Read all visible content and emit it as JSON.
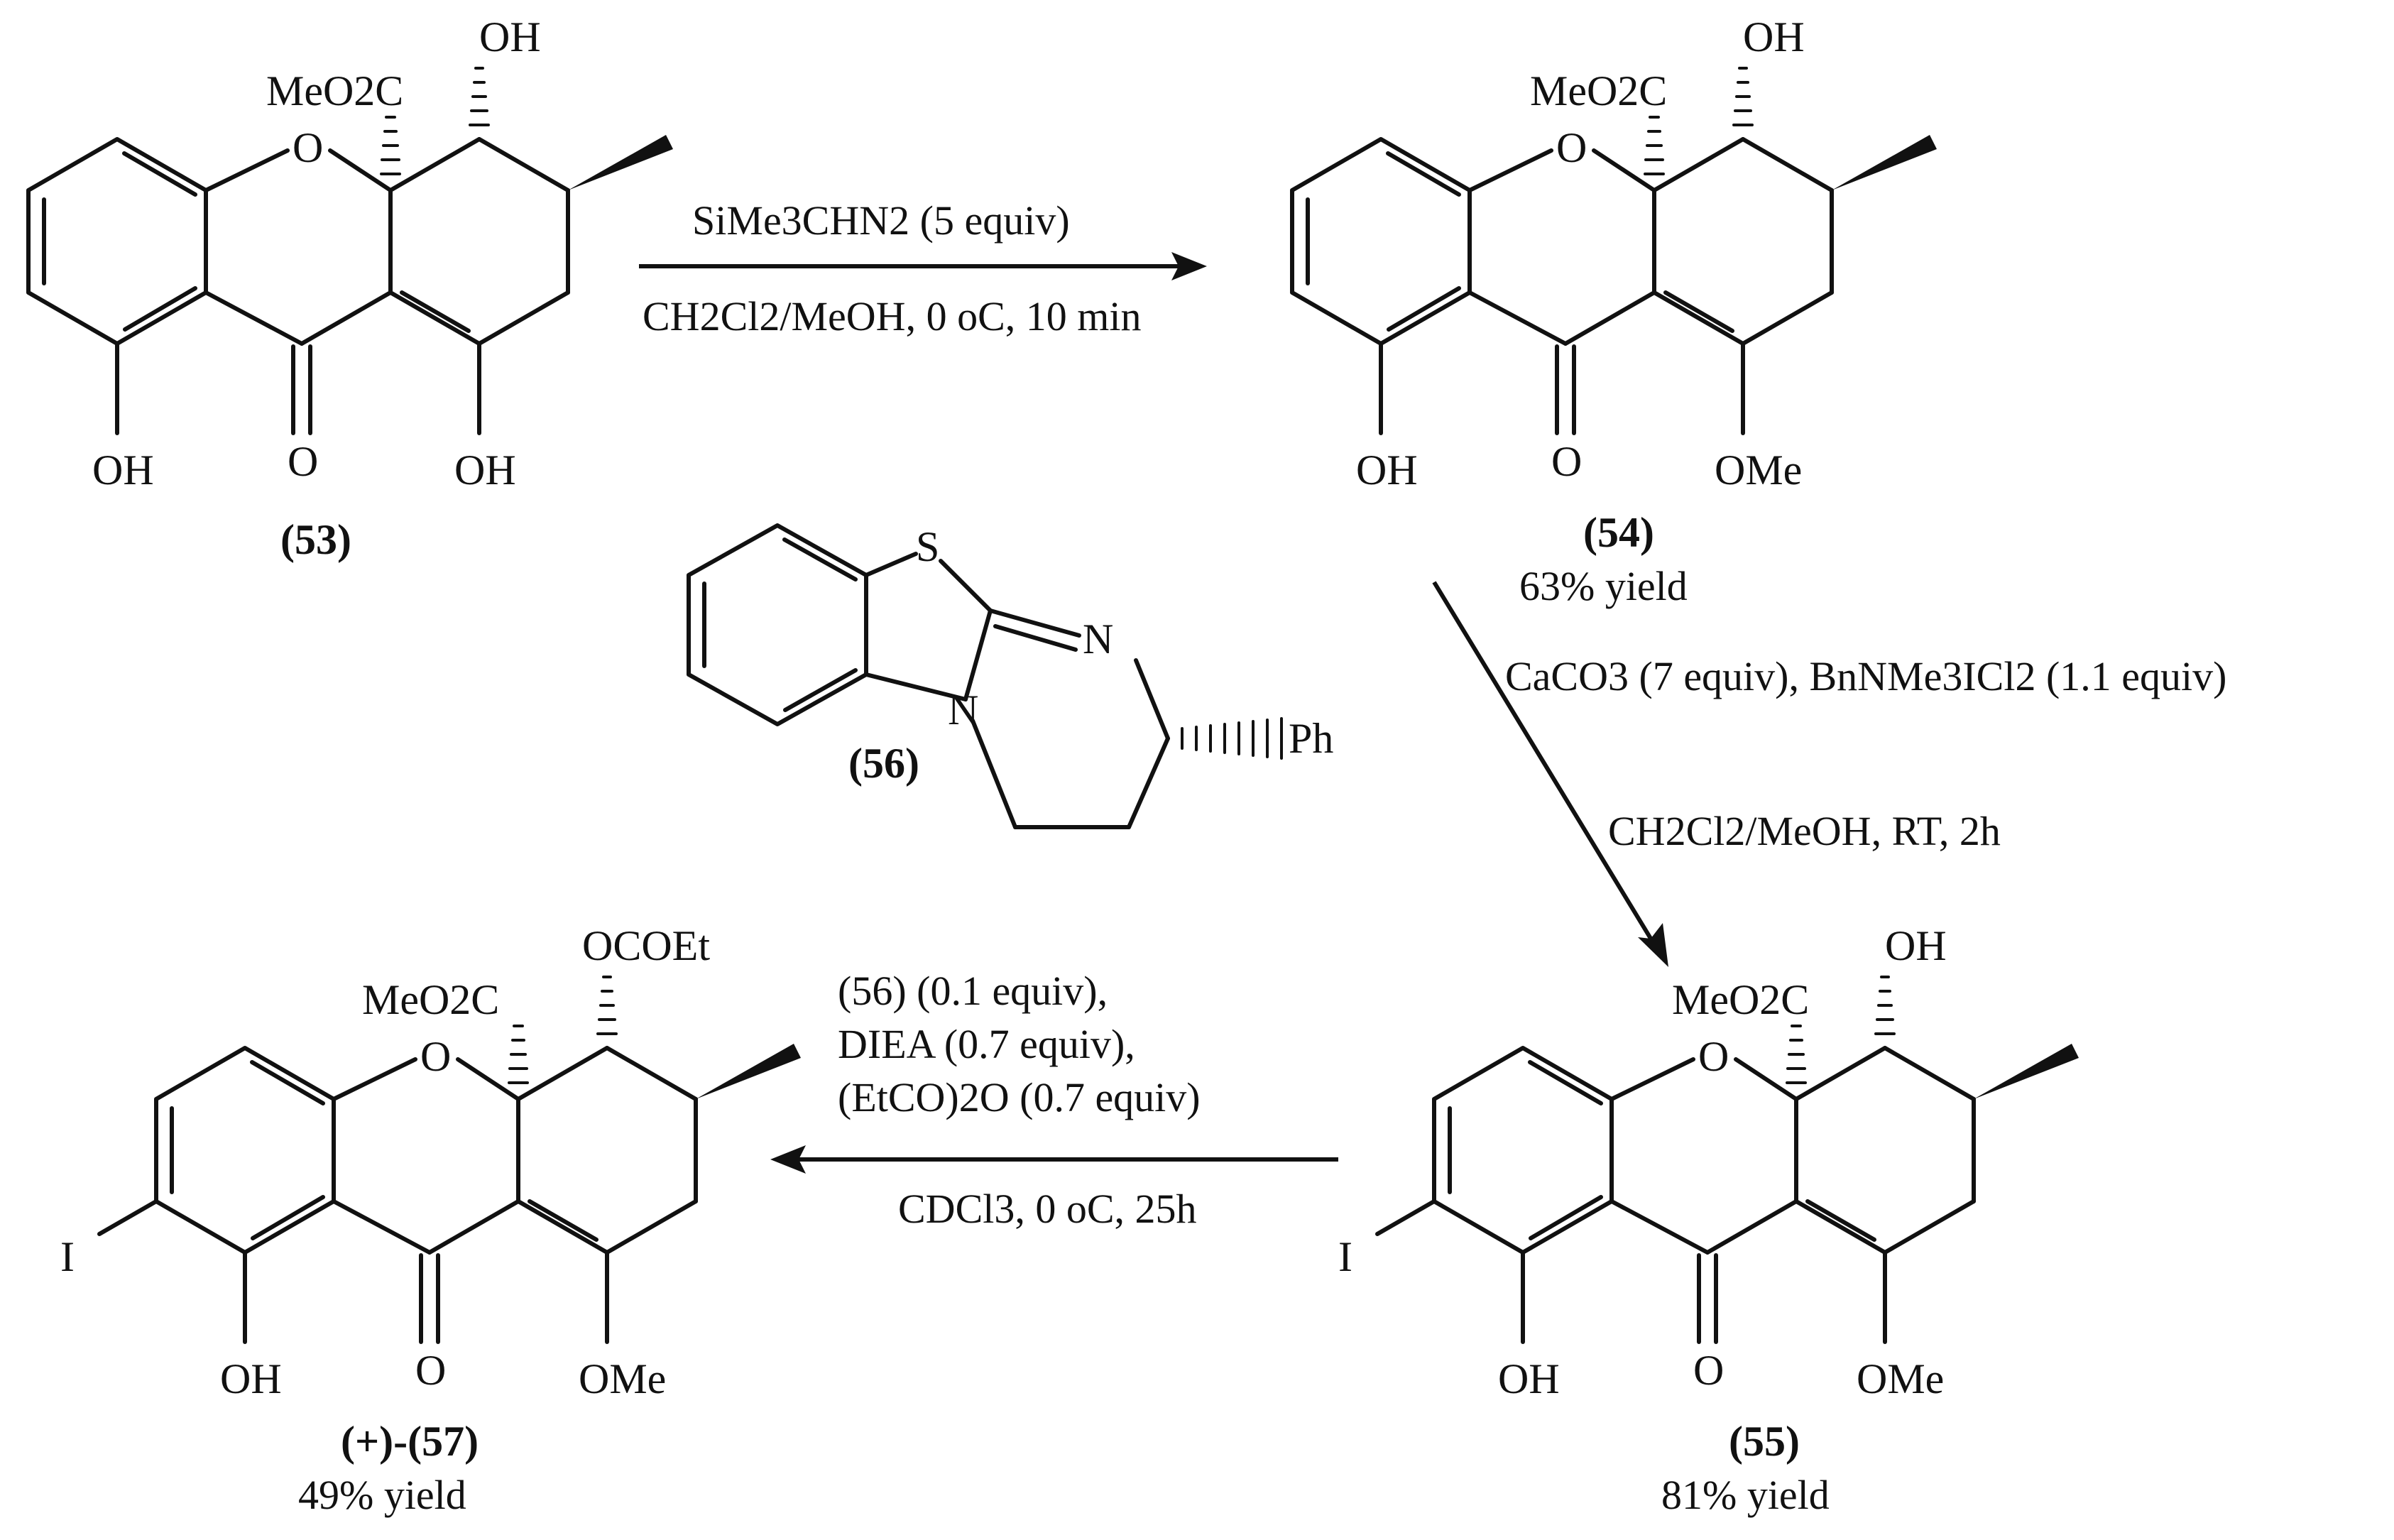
{
  "compounds": {
    "c53": {
      "label": "(53)",
      "atoms": {
        "ester": "MeO2C",
        "oh_top": "OH",
        "ring_o": "O",
        "carbonyl": "O",
        "oh_left": "OH",
        "oh_right": "OH"
      }
    },
    "c54": {
      "label": "(54)",
      "yield": "63% yield",
      "atoms": {
        "ester": "MeO2C",
        "oh_top": "OH",
        "ring_o": "O",
        "carbonyl": "O",
        "oh_left": "OH",
        "ome": "OMe"
      }
    },
    "c55": {
      "label": "(55)",
      "yield": "81% yield",
      "atoms": {
        "ester": "MeO2C",
        "oh_top": "OH",
        "ring_o": "O",
        "carbonyl": "O",
        "oh_left": "OH",
        "ome": "OMe",
        "iodo": "I"
      }
    },
    "c57": {
      "label_prefix": "(+)-",
      "label": "(57)",
      "yield": "49% yield",
      "atoms": {
        "ester": "MeO2C",
        "ester_top": "OCOEt",
        "ring_o": "O",
        "carbonyl": "O",
        "oh_left": "OH",
        "ome": "OMe",
        "iodo": "I"
      }
    },
    "c56": {
      "label": "(56)",
      "atoms": {
        "s": "S",
        "n_ring": "N",
        "n_bridge": "N",
        "ph": "Ph"
      }
    }
  },
  "reactions": {
    "r1": {
      "line1": "SiMe3CHN2 (5 equiv)",
      "line2": "CH2Cl2/MeOH, 0 oC, 10 min"
    },
    "r2": {
      "line1": "CaCO3 (7 equiv), BnNMe3ICl2 (1.1 equiv)",
      "line2": "CH2Cl2/MeOH, RT, 2h"
    },
    "r3": {
      "line1": "(56) (0.1 equiv),",
      "line2": "DIEA (0.7 equiv),",
      "line3": "(EtCO)2O (0.7 equiv)",
      "line4": "CDCl3, 0 oC, 25h"
    }
  }
}
